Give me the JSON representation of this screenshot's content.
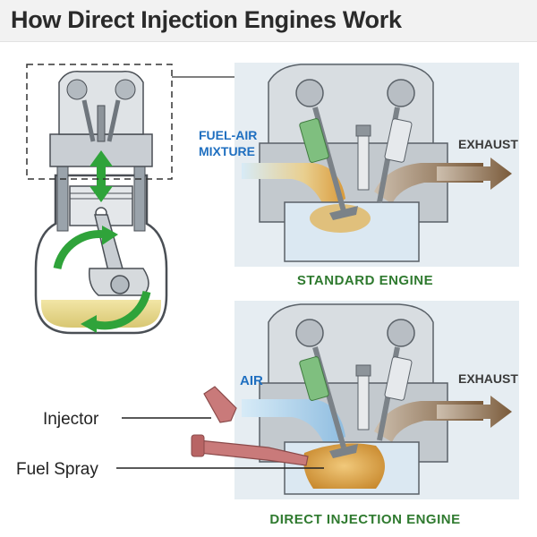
{
  "title": "How Direct Injection Engines Work",
  "standard_engine": {
    "caption": "STANDARD ENGINE",
    "intake_label_line1": "FUEL-AIR",
    "intake_label_line2": "MIXTURE",
    "exhaust_label": "EXHAUST"
  },
  "direct_injection_engine": {
    "caption": "DIRECT INJECTION ENGINE",
    "intake_label": "AIR",
    "exhaust_label": "EXHAUST",
    "callouts": {
      "injector": "Injector",
      "fuel_spray": "Fuel Spray"
    }
  },
  "colors": {
    "metal": "#c9ced3",
    "metal_dark": "#7d858c",
    "engine_panel": "#dde7ee",
    "airflow_blue": "#a9cde8",
    "fuel_mix": "#e3b461",
    "exhaust_arrow": "#8a6a4a",
    "piston_arrow_green": "#2fa33a",
    "valve_green": "#7fbf7f",
    "injector_red": "#c97a7a",
    "caption_green": "#2f7a2f",
    "label_blue": "#1f6fc0"
  }
}
